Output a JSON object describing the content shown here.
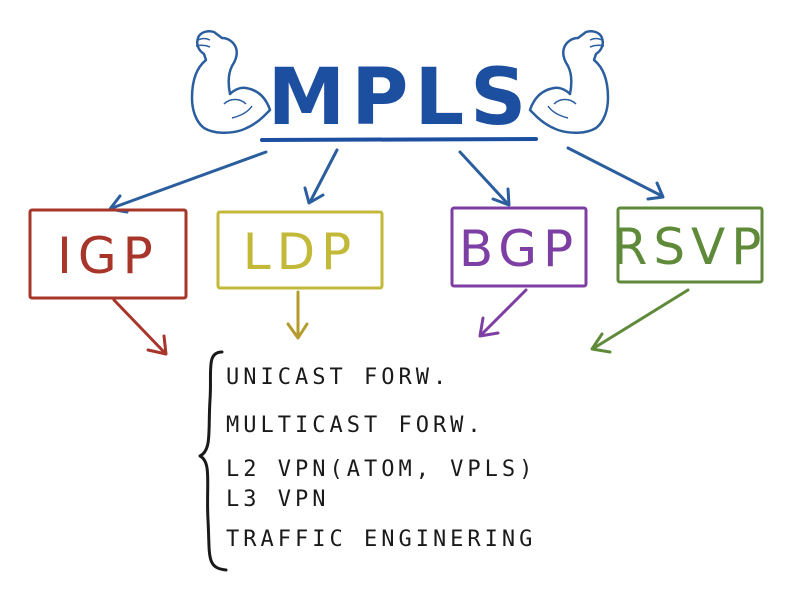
{
  "title": {
    "text": "MPLS",
    "color": "#1d4fa0",
    "icon": "flexed-biceps-icon"
  },
  "protocols": [
    {
      "id": "igp",
      "label": "IGP",
      "color": "#a8352a"
    },
    {
      "id": "ldp",
      "label": "LDP",
      "color": "#c3b938"
    },
    {
      "id": "bgp",
      "label": "BGP",
      "color": "#7d3fa3"
    },
    {
      "id": "rsvp",
      "label": "RSVP",
      "color": "#5f8a3a"
    }
  ],
  "arrow_color": "#2b5e9e",
  "ink_color": "#1a1a1a",
  "applications": [
    "UNICAST FORW.",
    "MULTICAST FORW.",
    "L2 VPN(ATOM, VPLS)",
    "L3 VPN",
    "TRAFFIC ENGINERING"
  ]
}
